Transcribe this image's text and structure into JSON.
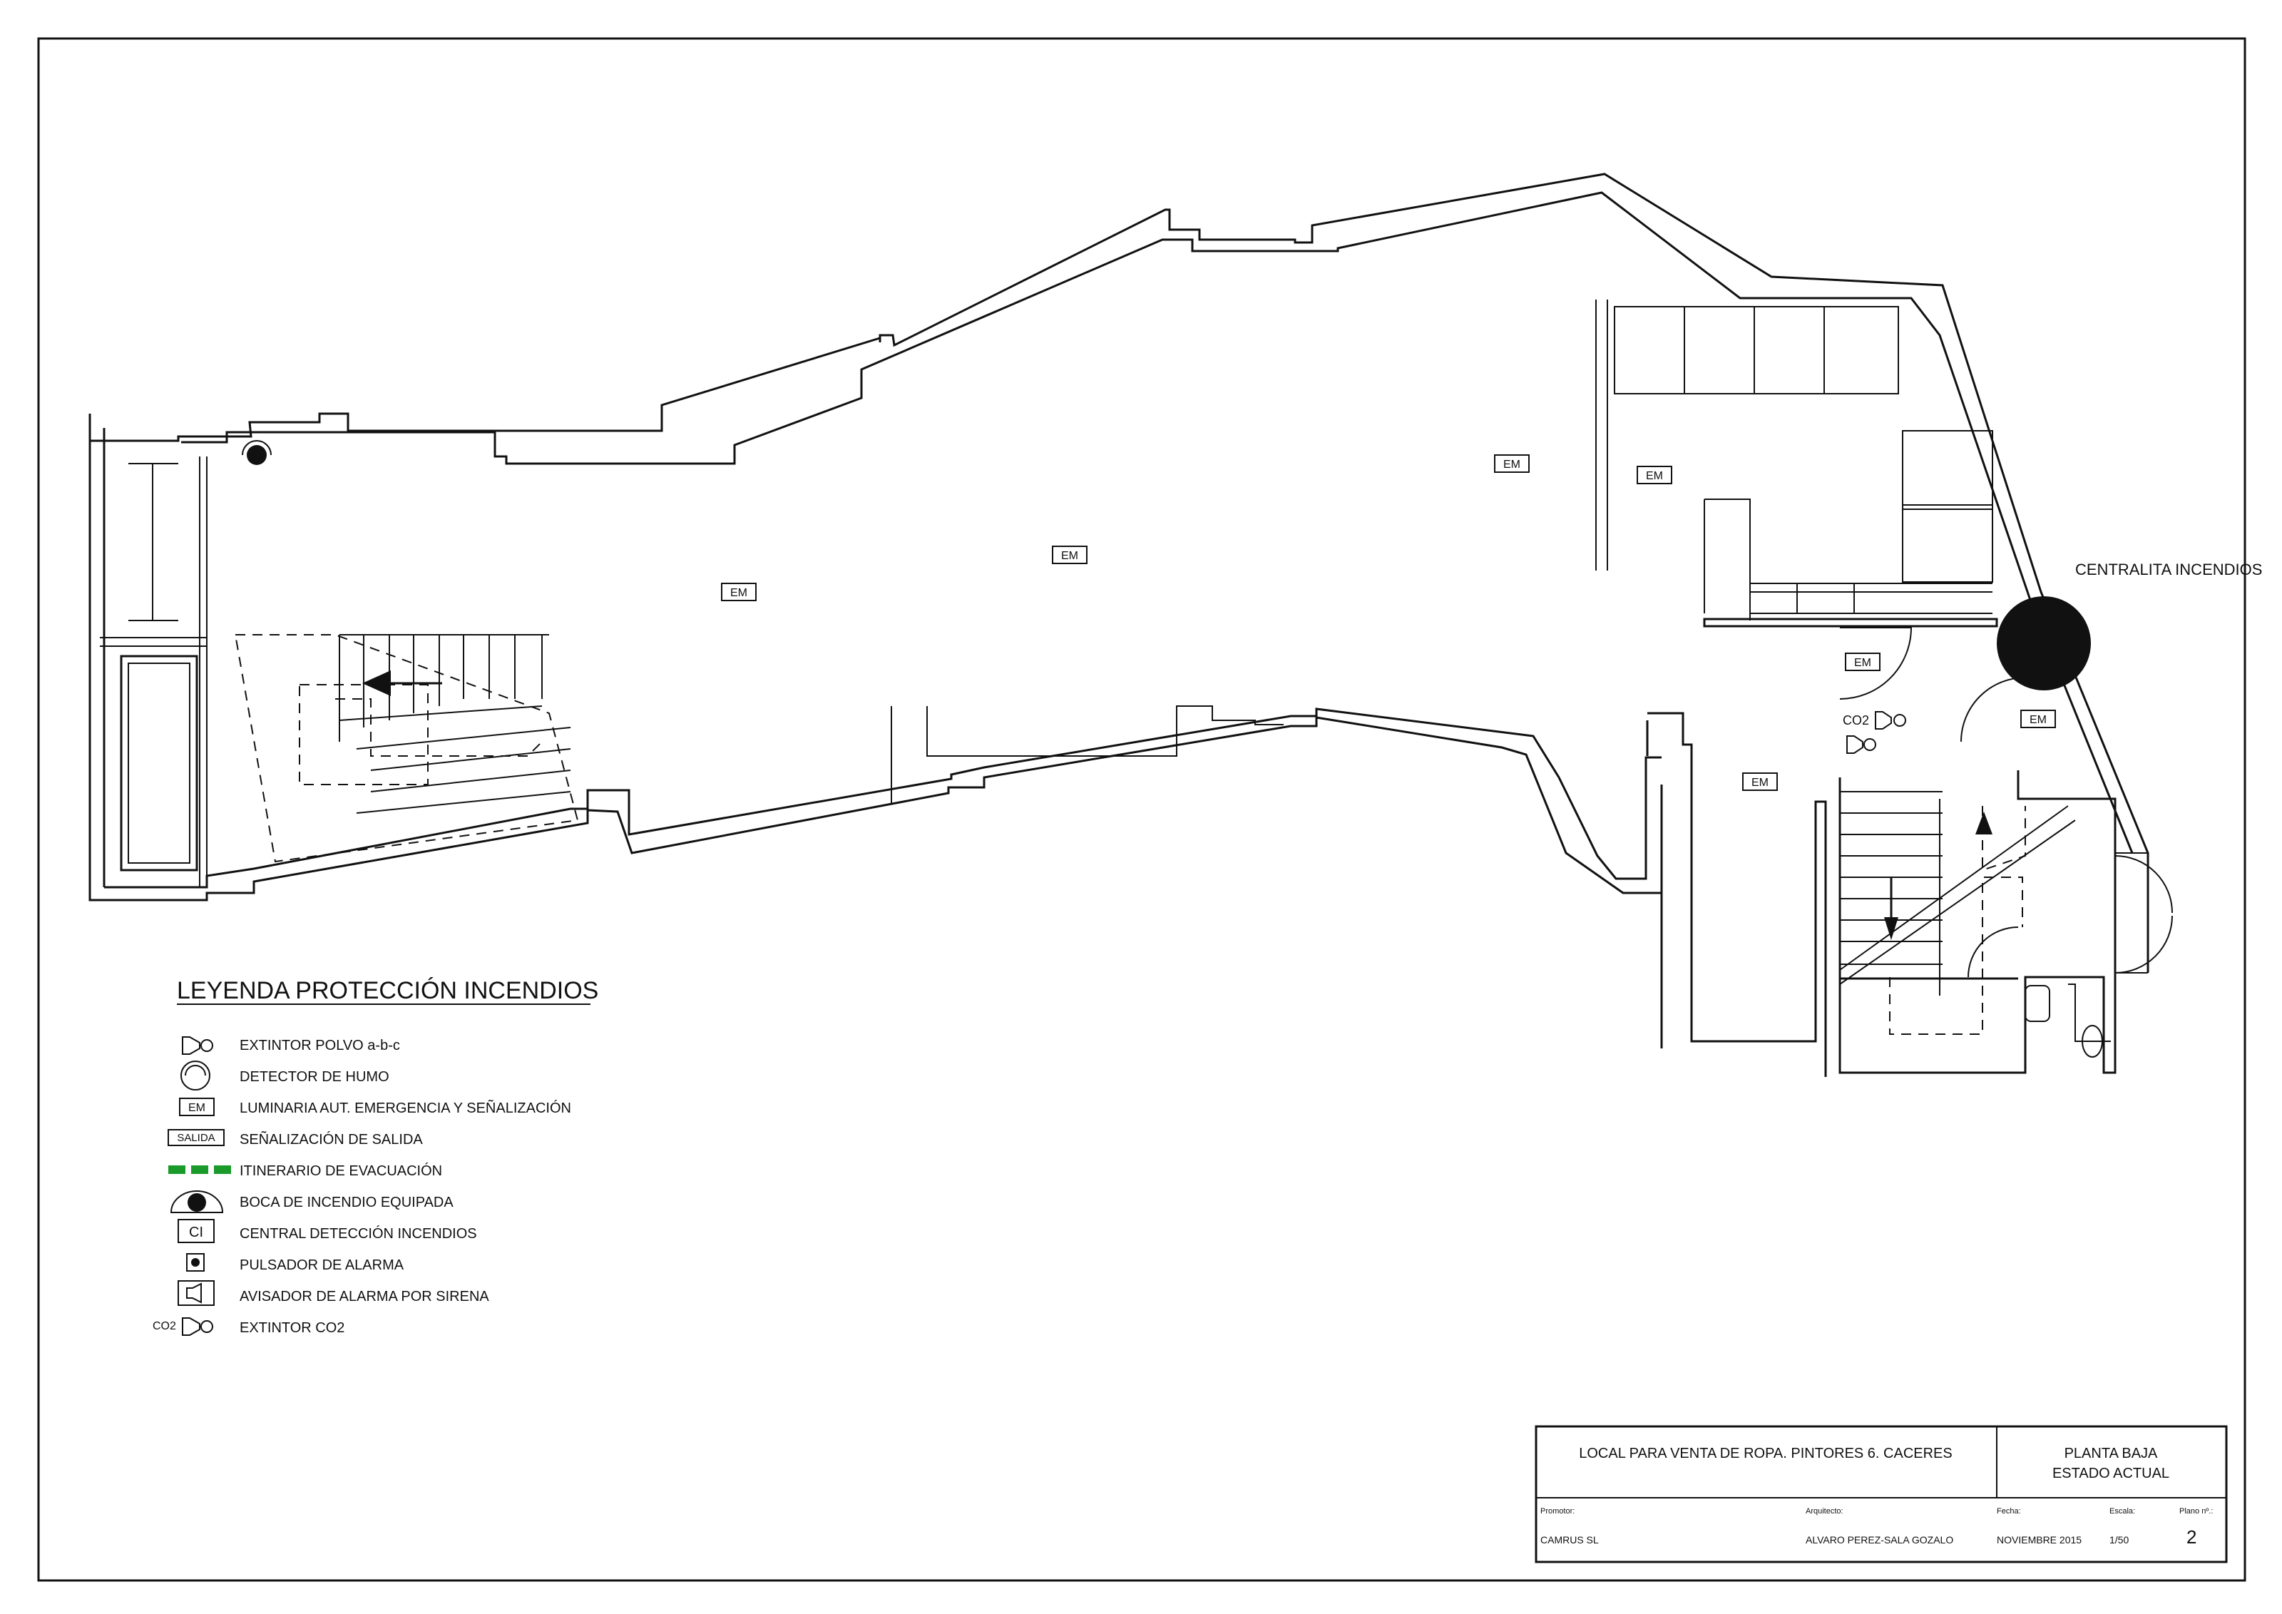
{
  "plan": {
    "em_labels": [
      "EM",
      "EM",
      "EM",
      "EM",
      "EM",
      "EM",
      "EM"
    ],
    "co2_label": "CO2",
    "centralita_label": "CENTRALITA INCENDIOS"
  },
  "legend": {
    "title": "LEYENDA PROTECCIÓN INCENDIOS",
    "items": [
      {
        "symbol": "extinguisher-icon",
        "label": "EXTINTOR POLVO a-b-c"
      },
      {
        "symbol": "smoke-detector-icon",
        "label": "DETECTOR DE HUMO"
      },
      {
        "symbol": "emergency-light-icon",
        "symbol_text": "EM",
        "label": "LUMINARIA AUT. EMERGENCIA Y SEÑALIZACIÓN"
      },
      {
        "symbol": "exit-sign-icon",
        "symbol_text": "SALIDA",
        "label": "SEÑALIZACIÓN DE SALIDA"
      },
      {
        "symbol": "evacuation-route-icon",
        "label": "ITINERARIO DE EVACUACIÓN"
      },
      {
        "symbol": "fire-hose-icon",
        "label": "BOCA DE INCENDIO EQUIPADA"
      },
      {
        "symbol": "fire-panel-icon",
        "symbol_text": "CI",
        "label": "CENTRAL DETECCIÓN INCENDIOS"
      },
      {
        "symbol": "alarm-button-icon",
        "label": "PULSADOR DE ALARMA"
      },
      {
        "symbol": "siren-icon",
        "label": "AVISADOR DE ALARMA POR SIRENA"
      },
      {
        "symbol": "co2-extinguisher-icon",
        "symbol_text": "CO2",
        "label": "EXTINTOR CO2"
      }
    ],
    "colors": {
      "evacuation": "#1a9a2a",
      "line": "#111111"
    }
  },
  "title_block": {
    "project": "LOCAL PARA VENTA DE ROPA. PINTORES 6. CACERES",
    "sheet_title_1": "PLANTA BAJA",
    "sheet_title_2": "ESTADO ACTUAL",
    "promotor_label": "Promotor:",
    "promotor": "CAMRUS SL",
    "arquitecto_label": "Arquitecto:",
    "arquitecto": "ALVARO PEREZ-SALA GOZALO",
    "fecha_label": "Fecha:",
    "fecha": "NOVIEMBRE 2015",
    "escala_label": "Escala:",
    "escala": "1/50",
    "plano_label": "Plano nº.:",
    "plano": "2"
  }
}
